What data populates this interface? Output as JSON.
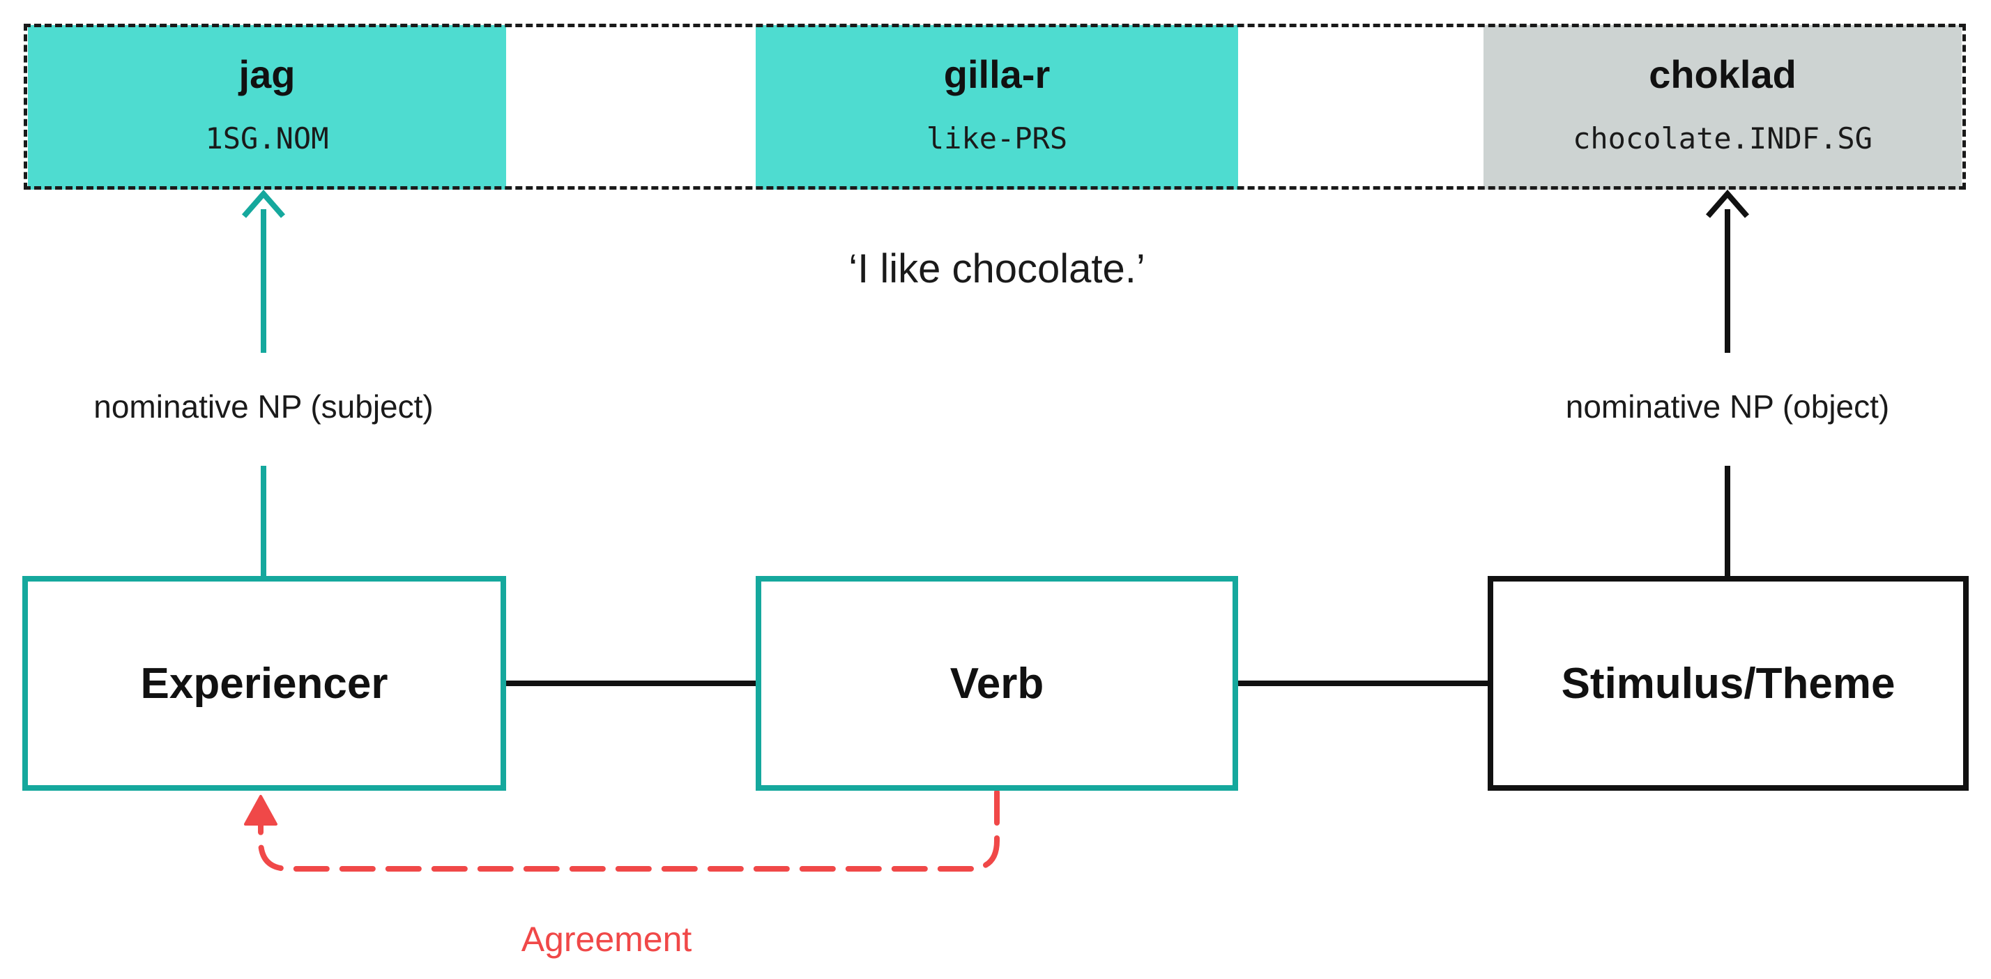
{
  "colors": {
    "teal_fill": "#4edcd0",
    "teal_line": "#15a89d",
    "grey_fill": "#cdd3d2",
    "agreement_red": "#f04848",
    "ink": "#111111"
  },
  "sentence": {
    "words": [
      {
        "form": "jag",
        "gloss": "1SG.NOM"
      },
      {
        "form": "gilla-r",
        "gloss": "like-PRS"
      },
      {
        "form": "choklad",
        "gloss": "chocolate.INDF.SG"
      }
    ],
    "translation": "‘I like chocolate.’"
  },
  "labels": {
    "subject": "nominative NP (subject)",
    "object": "nominative NP (object)",
    "agreement": "Agreement"
  },
  "roles": {
    "experiencer": "Experiencer",
    "verb": "Verb",
    "stimulus": "Stimulus/Theme"
  }
}
